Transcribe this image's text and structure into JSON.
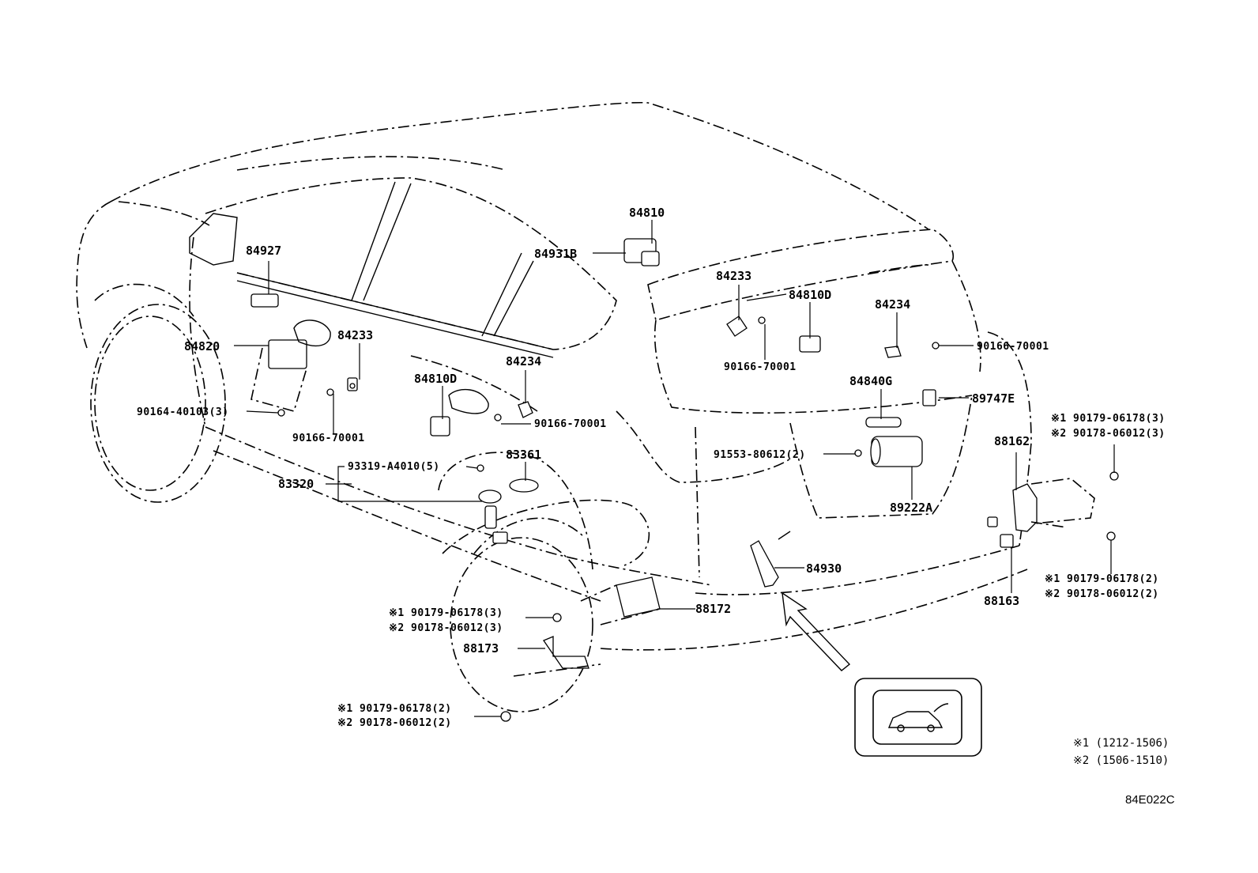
{
  "diagram": {
    "code": "84E022C",
    "notes": [
      "※1 (1212-1506)",
      "※2 (1506-1510)"
    ],
    "labels": {
      "p84810": "84810",
      "p84931B": "84931B",
      "p84927": "84927",
      "p84233a": "84233",
      "p84810D_top": "84810D",
      "p84234_top": "84234",
      "p90166_top_left": "90166-70001",
      "p90166_top_right": "90166-70001",
      "p84840G": "84840G",
      "p89747E": "89747E",
      "p84820": "84820",
      "p84233b": "84233",
      "p84810D_mid": "84810D",
      "p84234_mid": "84234",
      "p90164": "90164-40103(3)",
      "p90166_left": "90166-70001",
      "p90166_mid": "90166-70001",
      "p91553": "91553-80612(2)",
      "p88162": "88162",
      "n1_a": "※1 90179-06178(3)",
      "n2_a": "※2 90178-06012(3)",
      "p93319": "93319-A4010(5)",
      "p83361": "83361",
      "p83320": "83320",
      "p89222A": "89222A",
      "p84930": "84930",
      "n1_b": "※1 90179-06178(2)",
      "n2_b": "※2 90178-06012(2)",
      "p88163": "88163",
      "n1_c": "※1 90179-06178(3)",
      "n2_c": "※2 90178-06012(3)",
      "p88172": "88172",
      "p88173": "88173",
      "n1_d": "※1 90179-06178(2)",
      "n2_d": "※2 90178-06012(2)"
    }
  }
}
